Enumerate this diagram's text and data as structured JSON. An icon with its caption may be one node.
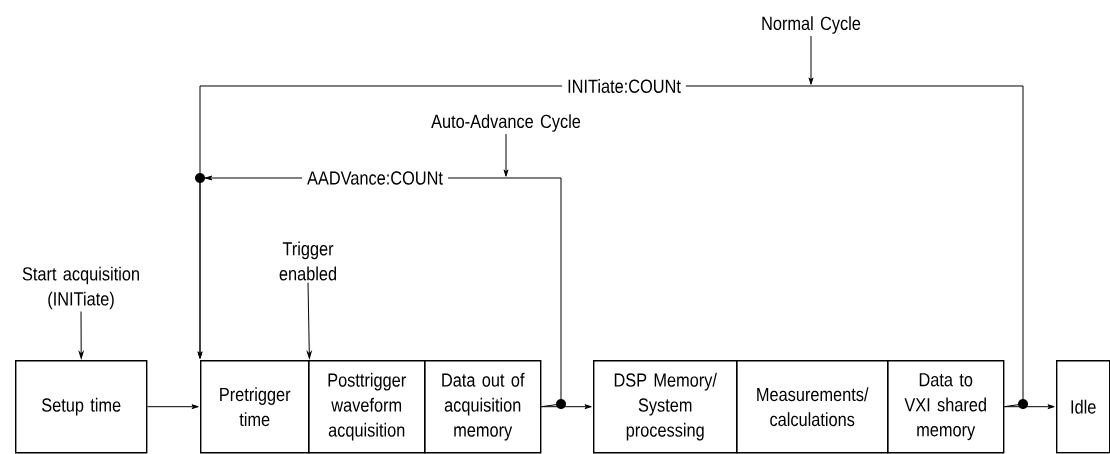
{
  "diagram": {
    "nodes": [
      {
        "text": [
          "Setup time"
        ]
      },
      {
        "text": [
          "Pretrigger time"
        ]
      },
      {
        "text": [
          "Posttrigger waveform acquisition"
        ]
      },
      {
        "text": [
          "Data out of acquisition memory"
        ]
      },
      {
        "text": [
          "DSP Memory/ System processing"
        ]
      },
      {
        "text": [
          "Measurements/ calculations"
        ]
      },
      {
        "text": [
          "Data to VXI shared memory"
        ]
      },
      {
        "text": [
          "Idle"
        ]
      },
      {
        "text": [
          "Start acquisition (INITiate)"
        ]
      },
      {
        "text": [
          "Trigger enabled"
        ]
      },
      {
        "text": [
          "Auto-Advance Cycle"
        ]
      },
      {
        "text": [
          "Normal Cycle"
        ]
      }
    ],
    "edges": [
      {
        "from": 8,
        "to": 0,
        "arrow": "to"
      },
      {
        "from": 9,
        "to": 1,
        "arrow": "to"
      },
      {
        "from": 0,
        "to": 1,
        "arrow": "to"
      },
      {
        "from": 3,
        "to": 4,
        "arrow": "to"
      },
      {
        "from": 6,
        "to": 7,
        "arrow": "to"
      },
      {
        "from": 3,
        "to": 1,
        "arrow": "to",
        "label": "AADVance:COUNt"
      },
      {
        "from": 6,
        "to": 1,
        "arrow": "to",
        "label": "INITiate:COUNt"
      },
      {
        "from": 10,
        "to": null,
        "arrow": "to"
      },
      {
        "from": 11,
        "to": null,
        "arrow": "to"
      }
    ]
  }
}
